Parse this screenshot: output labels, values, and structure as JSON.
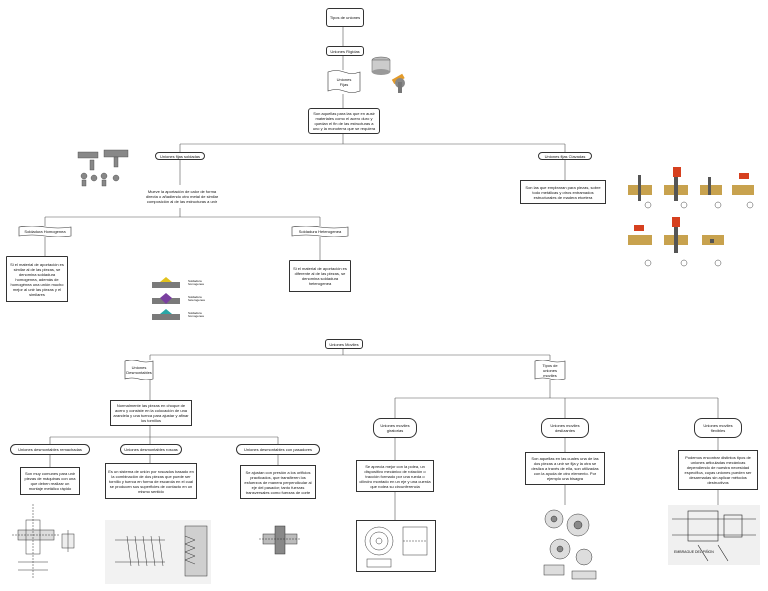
{
  "nodes": {
    "tipos": "Tipos de uniones",
    "rigidas": "Uniones Rígidas",
    "fijas": "Uniones Fijas",
    "fijas_desc": "Son aquellas para las que en ausir materiales como el acero duro y quedan el fin de las estructuras a uno y la monoterra que se requiera",
    "fijas_soldadas": "Uniones fijas soldadas",
    "soldadas_desc": "Mueve la aportación de calor de forma directa o añadiendo otro metal de similar composición al de las estructuras a unir",
    "sold_homogenea": "Soldadura Homogenea",
    "homogenea_desc": "Si el material de aportación es similar al de las piezas, se denomina soldadura homogenea, además de homogénea una unión mucho mejor al unir las piezas y el similares",
    "sold_heterogenea": "Soldadura Heterogenea",
    "heterogenea_desc": "Si el material de aportación es diferente al de las piezas, se denomina soldadura heterogenea",
    "clavadas": "Uniones fijas Clavadas",
    "clavadas_desc": "Son las que emplearan para piezas, sobre todo metálicas y otros entramados estructurales de madera etcetera",
    "moviles": "Uniones Moviles",
    "desmontables": "Uniones Desmontables",
    "tipos_moviles": "Tipos de uniones moviles",
    "desmont_desc": "Normalmente las piezas en choque de acero y consiste en la colocación de una arandela y una tuerca para ajustar y afinar los tornillos",
    "remachadas": "Uniones desmontables remachadas",
    "remachadas_desc": "Son muy comunes para unir piezas de máquinas con una que deben realizar un montaje metálico rápido",
    "roscas": "Uniones desmontables roscas",
    "roscas_desc": "Es un sistema de unión por roscados basado en la combinación de dos piezas que puede ser tornillo y tuerca en forma de escarola en el cual se producen sus superficies de contacto en un mismo sentido",
    "pasadores": "Uniones desmontables con pasadores",
    "pasadores_desc": "Se ajustan con presión a los orificios practicados, que transfieren los esfuerzos de manera perpendicular al eje del pasador; tanto fuerzas transversales como fuerzas de corte",
    "giratorias": "Uniones moviles giratorias",
    "giratorias_desc": "Se aprecia mejor con la polea, un dispositivo mecánico de rotación o tracción formado por una rueda o cilindro montado en un eje y una cuerda que rodea su circunferencia",
    "deslizantes": "Uniones moviles deslizantes",
    "deslizantes_desc": "Son aquellas en las cuales una de las dos piezas a unir se fija y la otra se desliza a través de ella, son utilizadas con la ayuda de otro elemento. Por ejemplo una bisagra",
    "flexibles": "Uniones moviles flexibles",
    "flexibles_desc": "Podemos encontrar distintos tipos de uniones articuladas mecánicas dependiendo de nuestra necesidad específica, cuyas uniones pueden ser desarmadas sin aplicar métodos destructivos"
  },
  "legend": {
    "a": "Soldadura homogenea",
    "b": "Soldadura heterogenea",
    "c": "Soldadura homogenea"
  },
  "drawing_text": {
    "bore_label": "EMBRAGUE DEL PIÑON"
  },
  "colors": {
    "line": "#555555",
    "wood": "#c8a24e",
    "metal": "#7a7a7a",
    "weld_yellow": "#e2c21c",
    "weld_teal": "#2aa6a6",
    "weld_purple": "#7a3fa0"
  }
}
